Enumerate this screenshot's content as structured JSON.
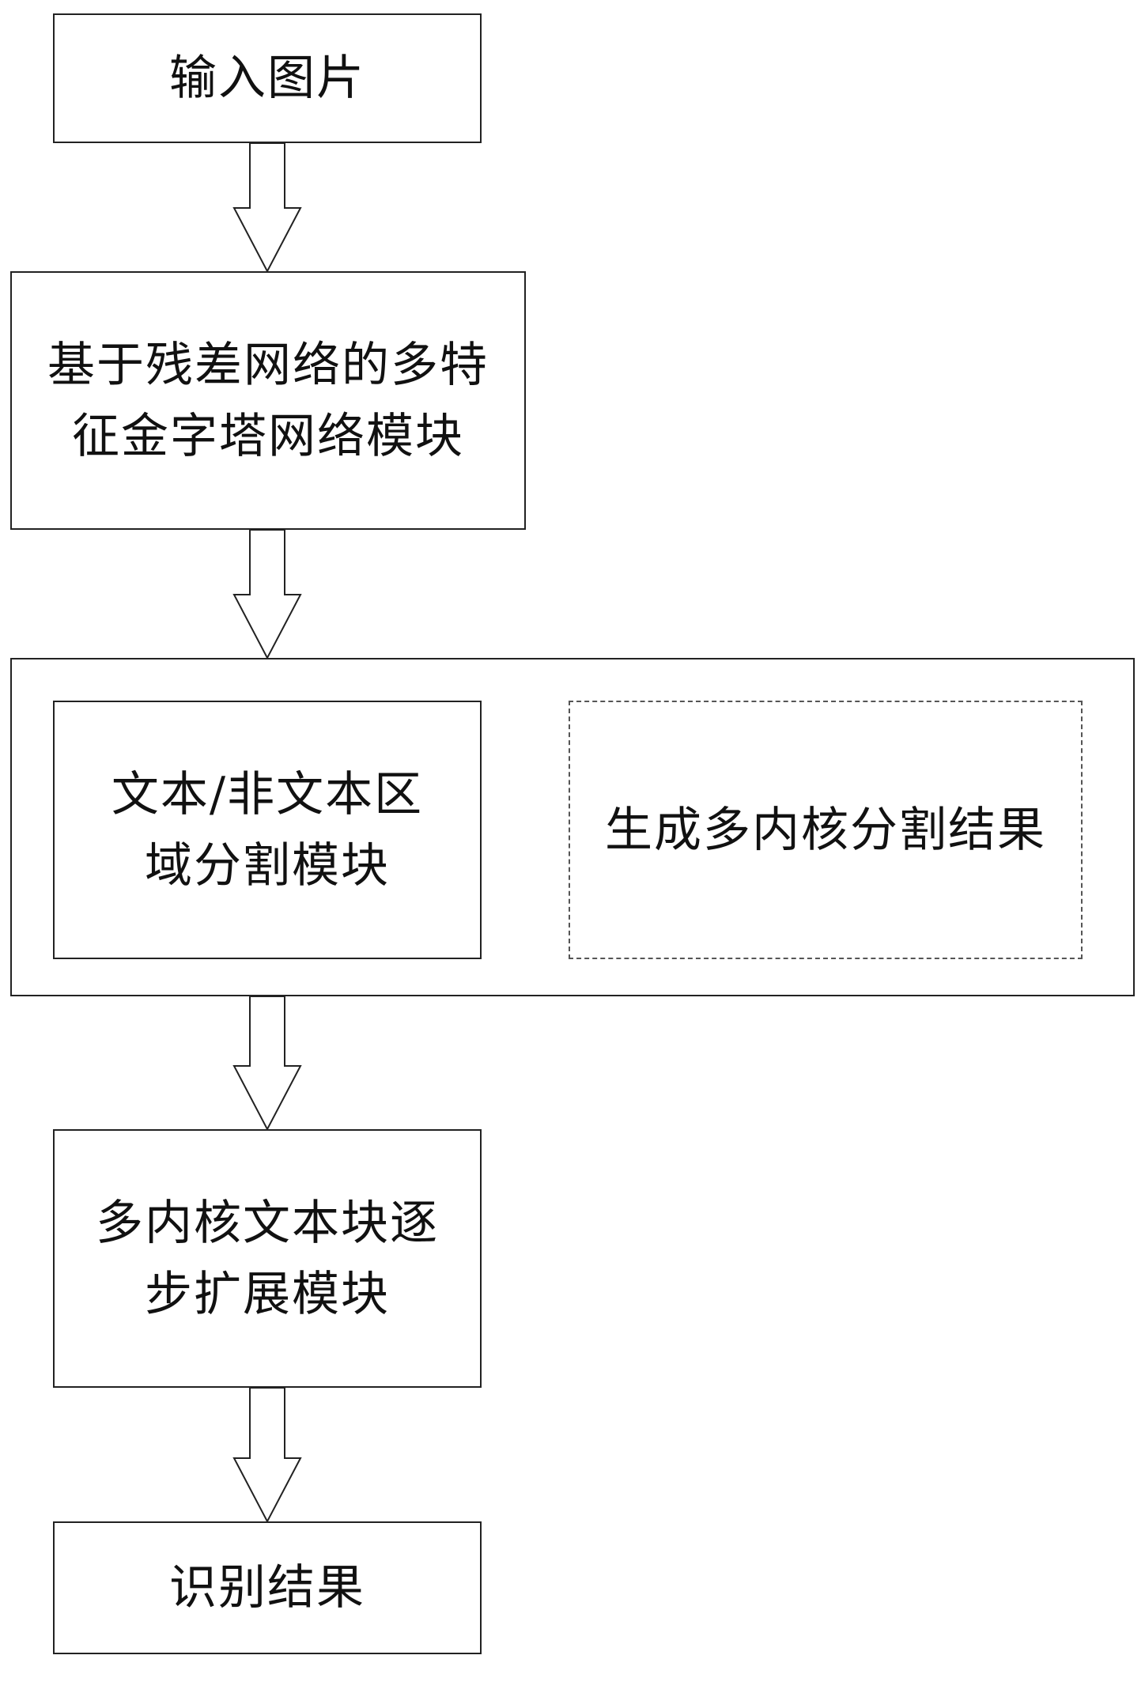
{
  "diagram": {
    "nodes": {
      "input_image": [
        "输入图片"
      ],
      "resnet_fpn": [
        "基于残差网络的多特",
        "征金字塔网络模块"
      ],
      "segmentation_module": [
        "文本/非文本区",
        "域分割模块"
      ],
      "multi_kernel_results": [
        "生成多内核分割结果"
      ],
      "progressive_expansion": [
        "多内核文本块逐",
        "步扩展模块"
      ],
      "recognition_result": [
        "识别结果"
      ]
    },
    "edges": [
      [
        "input_image",
        "resnet_fpn"
      ],
      [
        "resnet_fpn",
        "segmentation_group"
      ],
      [
        "segmentation_group",
        "progressive_expansion"
      ],
      [
        "progressive_expansion",
        "recognition_result"
      ]
    ]
  }
}
